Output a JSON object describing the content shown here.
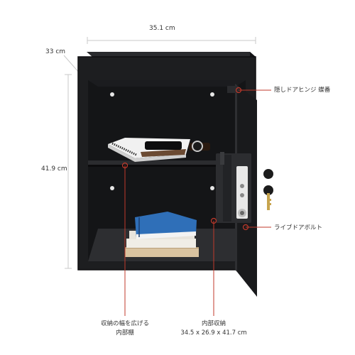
{
  "dimensions": {
    "width": "35.1 cm",
    "depth": "33 cm",
    "height": "41.9 cm"
  },
  "labels": {
    "hinge": "隠しドアヒンジ 蝶番",
    "bolt": "ライブドアボルト",
    "shelf_line1": "収納の幅を広げる",
    "shelf_line2": "内部棚",
    "interior_line1": "内部収納",
    "interior_line2": "34.5 x 26.9 x 41.7 cm"
  },
  "colors": {
    "body": "#1d1e20",
    "interior": "#141517",
    "floor": "#2d2e31",
    "notebook_blue": "#2f6fb8",
    "leader": "#c0392b"
  }
}
